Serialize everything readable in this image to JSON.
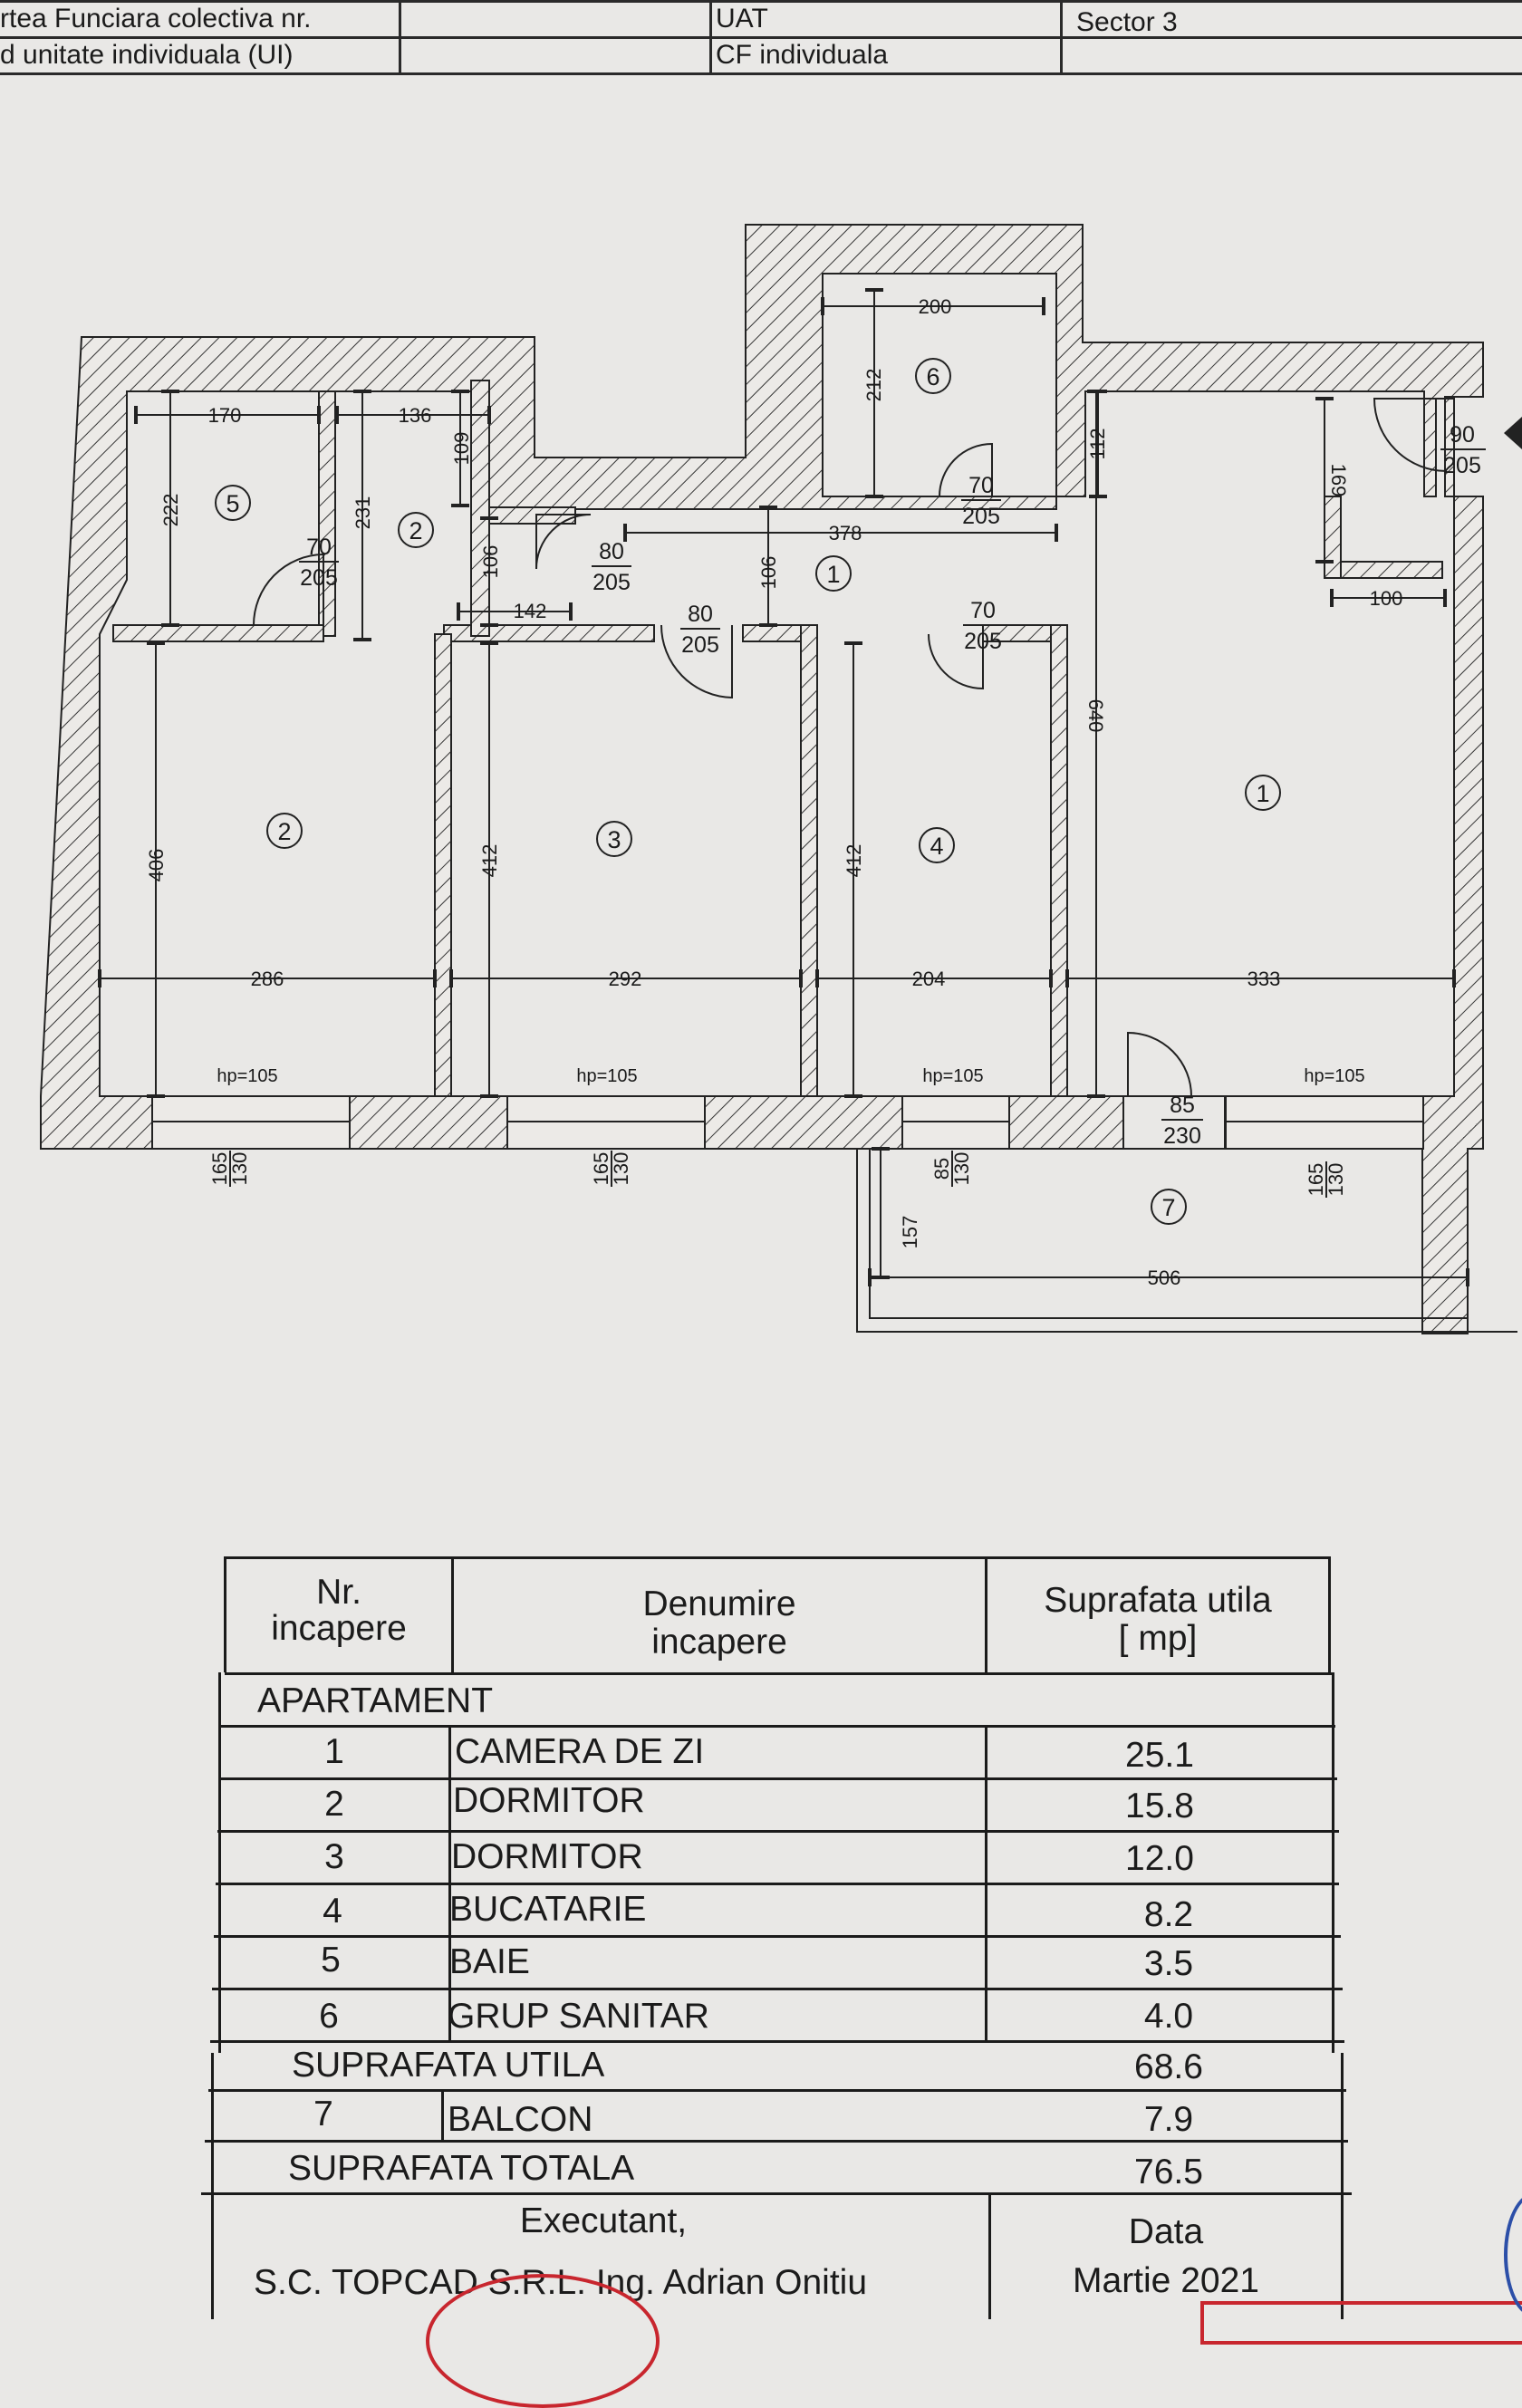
{
  "header": {
    "cell_1": "rtea Funciara colectiva nr.",
    "cell_2": "d unitate individuala (UI)",
    "cell_3": "UAT",
    "cell_4": "CF individuala",
    "cell_5": "Sector 3"
  },
  "plan": {
    "rooms": {
      "r1_hall": "1",
      "r1_living": "1",
      "r2_hall": "2",
      "r2_bed": "2",
      "r3": "3",
      "r4": "4",
      "r5": "5",
      "r6": "6",
      "r7": "7"
    },
    "dimensions": {
      "d170": "170",
      "d136": "136",
      "d200": "200",
      "d212": "212",
      "d112": "112",
      "d109": "109",
      "d222": "222",
      "d231": "231",
      "d106a": "106",
      "d106b": "106",
      "d142": "142",
      "d378": "378",
      "d169": "169",
      "d100": "100",
      "d640": "640",
      "d406": "406",
      "d412a": "412",
      "d412b": "412",
      "d286": "286",
      "d292": "292",
      "d204": "204",
      "d333": "333",
      "d157": "157",
      "d506": "506"
    },
    "doors": [
      {
        "w": "70",
        "h": "205"
      },
      {
        "w": "80",
        "h": "205"
      },
      {
        "w": "80",
        "h": "205"
      },
      {
        "w": "70",
        "h": "205"
      },
      {
        "w": "70",
        "h": "205"
      },
      {
        "w": "90",
        "h": "205"
      },
      {
        "w": "85",
        "h": "230"
      }
    ],
    "windows": [
      {
        "w": "165",
        "h": "130"
      },
      {
        "w": "165",
        "h": "130"
      },
      {
        "w": "85",
        "h": "130"
      },
      {
        "w": "165",
        "h": "130"
      }
    ],
    "hp": [
      "hp=105",
      "hp=105",
      "hp=105",
      "hp=105"
    ]
  },
  "table": {
    "head_nr_1": "Nr.",
    "head_nr_2": "incapere",
    "head_name_1": "Denumire",
    "head_name_2": "incapere",
    "head_area_1": "Suprafata utila",
    "head_area_2": "[ mp]",
    "section": "APARTAMENT",
    "rows": [
      {
        "nr": "1",
        "name": "CAMERA DE ZI",
        "area": "25.1"
      },
      {
        "nr": "2",
        "name": "DORMITOR",
        "area": "15.8"
      },
      {
        "nr": "3",
        "name": "DORMITOR",
        "area": "12.0"
      },
      {
        "nr": "4",
        "name": "BUCATARIE",
        "area": "8.2"
      },
      {
        "nr": "5",
        "name": "BAIE",
        "area": "3.5"
      },
      {
        "nr": "6",
        "name": "GRUP SANITAR",
        "area": "4.0"
      }
    ],
    "usable_label": "SUPRAFATA UTILA",
    "usable_value": "68.6",
    "balcony": {
      "nr": "7",
      "name": "BALCON",
      "area": "7.9"
    },
    "total_label": "SUPRAFATA TOTALA",
    "total_value": "76.5",
    "executor_label": "Executant,",
    "executor_name": "S.C. TOPCAD S.R.L. Ing. Adrian Onitiu",
    "date_label": "Data",
    "date_value": "Martie 2021"
  }
}
